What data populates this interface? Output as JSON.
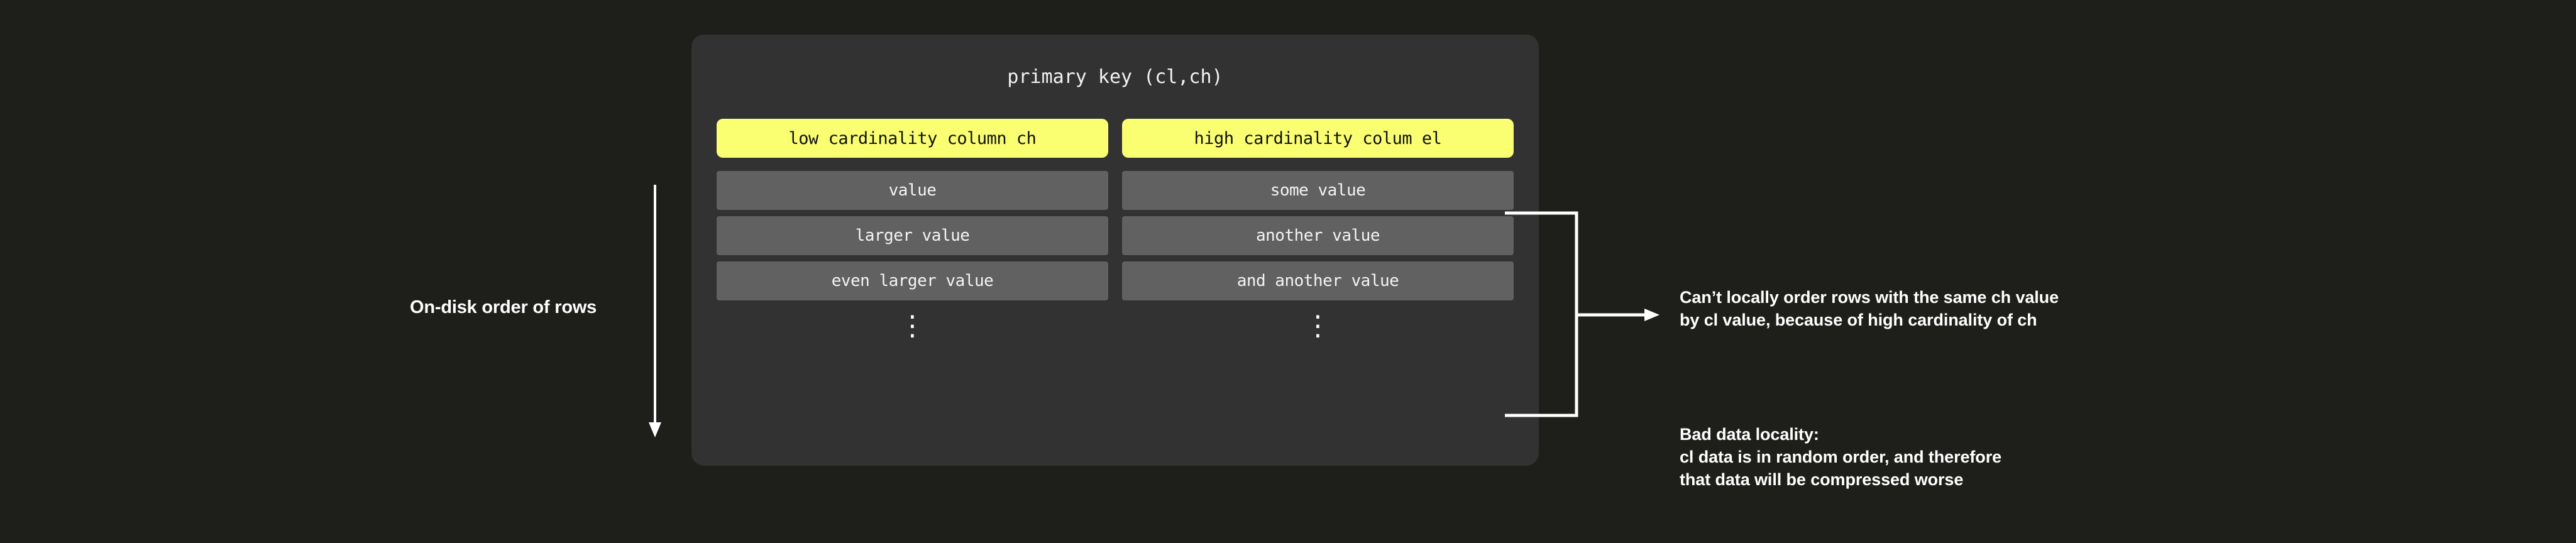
{
  "colors": {
    "page_background": "#1e1f1b",
    "panel_background": "#323232",
    "header_accent": "#faff72",
    "cell_background": "#616161",
    "text": "#ffffff",
    "header_text": "#101010"
  },
  "left_axis": {
    "label": "On-disk order of rows",
    "arrow_icon": "arrow-down-icon",
    "direction": "down"
  },
  "panel": {
    "title": "primary key (cl,ch)",
    "columns": [
      {
        "header": "low cardinality column ch",
        "cells": [
          "value",
          "larger value",
          "even larger value"
        ],
        "continuation": "⋮"
      },
      {
        "header": "high cardinality colum el",
        "cells": [
          "some value",
          "another value",
          "and another value"
        ],
        "continuation": "⋮"
      }
    ]
  },
  "connector": {
    "icon": "bracket-arrow-right-icon"
  },
  "notes": [
    {
      "id": "order-note",
      "text": "Can’t locally order rows with the same ch value\nby cl value, because of high cardinality of ch"
    },
    {
      "id": "locality-note",
      "text": "Bad data locality:\ncl data is in random order, and therefore\nthat data will be compressed worse"
    }
  ]
}
